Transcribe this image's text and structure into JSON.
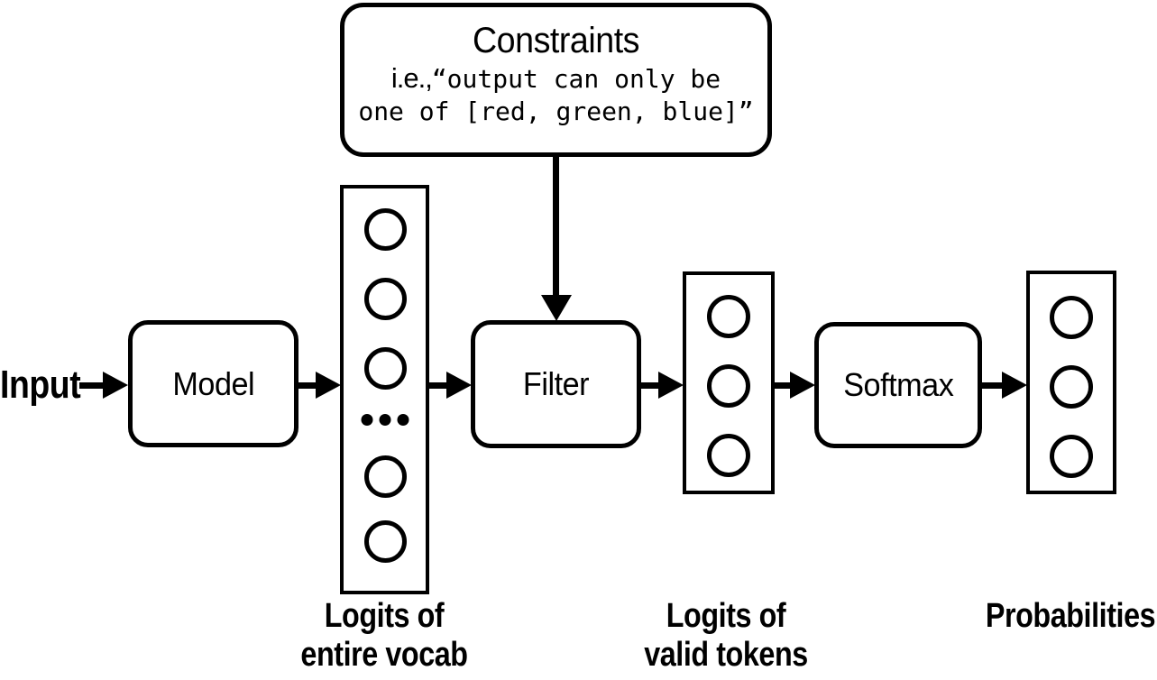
{
  "diagram": {
    "input_label": "Input",
    "nodes": {
      "model": "Model",
      "filter": "Filter",
      "softmax": "Softmax"
    },
    "constraints": {
      "title": "Constraints",
      "example_prefix": "i.e.,",
      "example_line1": "“output can only be",
      "example_line2": "one of [red, green, blue]”"
    },
    "captions": {
      "vocab": [
        "Logits of",
        "entire vocab"
      ],
      "valid": [
        "Logits of",
        "valid tokens"
      ],
      "probabilities": "Probabilities"
    },
    "icons": {
      "arrow_right": "→",
      "arrow_down": "↓",
      "token_circle": "○",
      "ellipsis": "⋯"
    },
    "colors": {
      "stroke": "#000000",
      "background": "#ffffff"
    }
  }
}
